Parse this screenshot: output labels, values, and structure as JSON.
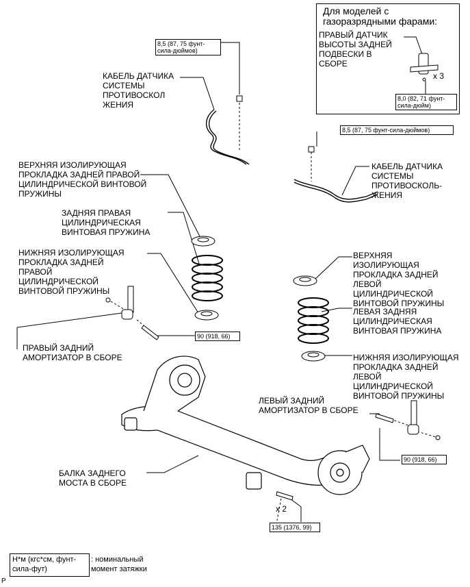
{
  "inset": {
    "title": "Для моделей с\nгазоразрядными фарами:",
    "sensor_label": "ПРАВЫЙ ДАТЧИК\nВЫСОТЫ ЗАДНЕЙ\nПОДВЕСКИ В\nСБОРЕ",
    "qty": "x 3",
    "torque": "8,0 (82, 71 фунт-\nсила-дюйм)"
  },
  "right_cable": {
    "label": "КАБЕЛЬ ДАТЧИКА\nСИСТЕМЫ\nПРОТИВОСКОЛ\nЖЕНИЯ",
    "torque": "8,5 (87, 75 фунт-\nсила-дюймов)"
  },
  "left_cable": {
    "label": "КАБЕЛЬ ДАТЧИКА\nСИСТЕМЫ\nПРОТИВОСКОЛЬ-\nЖЕНИЯ",
    "torque": "8,5 (87, 75 фунт-сила-дюймов)"
  },
  "right_side": {
    "upper_insulator": "ВЕРХНЯЯ ИЗОЛИРУЮЩАЯ\nПРОКЛАДКА ЗАДНЕЙ ПРАВОЙ\nЦИЛИНДРИЧЕСКОЙ ВИНТОВОЙ\nПРУЖИНЫ",
    "spring": "ЗАДНЯЯ ПРАВАЯ\nЦИЛИНДРИЧЕСКАЯ\nВИНТОВАЯ ПРУЖИНА",
    "lower_insulator": "НИЖНЯЯ ИЗОЛИРУЮЩАЯ\nПРОКЛАДКА ЗАДНЕЙ\nПРАВОЙ\nЦИЛИНДРИЧЕСКОЙ\nВИНТОВОЙ ПРУЖИНЫ",
    "shock": "ПРАВЫЙ ЗАДНИЙ\nАМОРТИЗАТОР В СБОРЕ",
    "torque": "90 (918, 66)"
  },
  "left_side": {
    "upper_insulator": "ВЕРХНЯЯ\nИЗОЛИРУЮЩАЯ\nПРОКЛАДКА ЗАДНЕЙ\nЛЕВОЙ\nЦИЛИНДРИЧЕСКОЙ\nВИНТОВОЙ ПРУЖИНЫ",
    "spring": "ЛЕВАЯ ЗАДНЯЯ\nЦИЛИНДРИЧЕСКАЯ\nВИНТОВАЯ ПРУЖИНА",
    "lower_insulator": "НИЖНЯЯ ИЗОЛИРУЮЩАЯ\nПРОКЛАДКА ЗАДНЕЙ\nЛЕВОЙ\nЦИЛИНДРИЧЕСКОЙ\nВИНТОВОЙ ПРУЖИНЫ",
    "shock": "ЛЕВЫЙ ЗАДНИЙ\nАМОРТИЗАТОР В СБОРЕ",
    "torque": "90 (918, 66)"
  },
  "axle": {
    "label": "БАЛКА ЗАДНЕГО\nМОСТА В СБОРЕ",
    "qty": "x 2",
    "torque": "135 (1376, 99)"
  },
  "legend": {
    "box": "Н*м (кгс*см, фунт-\nсила-фут)",
    "desc": ": номинальный\nмомент затяжки",
    "corner": "P"
  }
}
